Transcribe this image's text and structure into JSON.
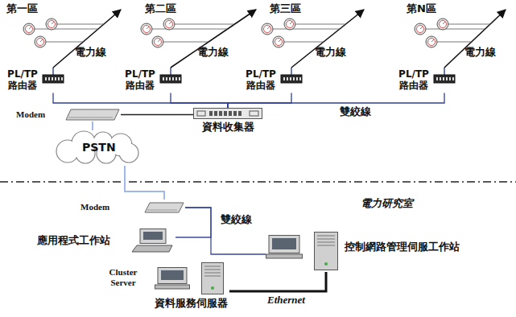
{
  "diagram": {
    "nodes": [
      {
        "text": [
          "PL/TP 路由器"
        ]
      },
      {
        "text": [
          "PL/TP 路由器"
        ]
      },
      {
        "text": [
          "PL/TP 路由器"
        ]
      },
      {
        "text": [
          "PL/TP 路由器"
        ]
      },
      {
        "text": [
          "Modem"
        ]
      },
      {
        "text": [
          "資料收集器"
        ]
      },
      {
        "text": [
          "PSTN"
        ]
      },
      {
        "text": [
          "Modem"
        ]
      },
      {
        "text": [
          "應用程式工作站"
        ]
      },
      {
        "text": [
          "控制網路管理伺服工作站"
        ]
      },
      {
        "text": [
          "Cluster Server",
          "資料服務伺服器"
        ]
      }
    ],
    "edges": [
      {
        "from": 0,
        "to": 5,
        "arrow": "none"
      },
      {
        "from": 1,
        "to": 5,
        "arrow": "none"
      },
      {
        "from": 2,
        "to": 5,
        "arrow": "none"
      },
      {
        "from": 3,
        "to": 5,
        "label": "雙絞線",
        "arrow": "none"
      },
      {
        "from": 4,
        "to": 5,
        "arrow": "none"
      },
      {
        "from": 4,
        "to": 6,
        "arrow": "none"
      },
      {
        "from": 6,
        "to": 7,
        "arrow": "none"
      },
      {
        "from": 7,
        "to": 8,
        "arrow": "none"
      },
      {
        "from": 7,
        "to": 9,
        "label": "雙絞線",
        "arrow": "none"
      },
      {
        "from": 9,
        "to": 10,
        "label": "Ethernet",
        "arrow": "none"
      }
    ],
    "labels": [
      "第一區",
      "電力線",
      "第二區",
      "電力線",
      "第三區",
      "電力線",
      "第N區",
      "電力線",
      "電力研究室"
    ]
  }
}
